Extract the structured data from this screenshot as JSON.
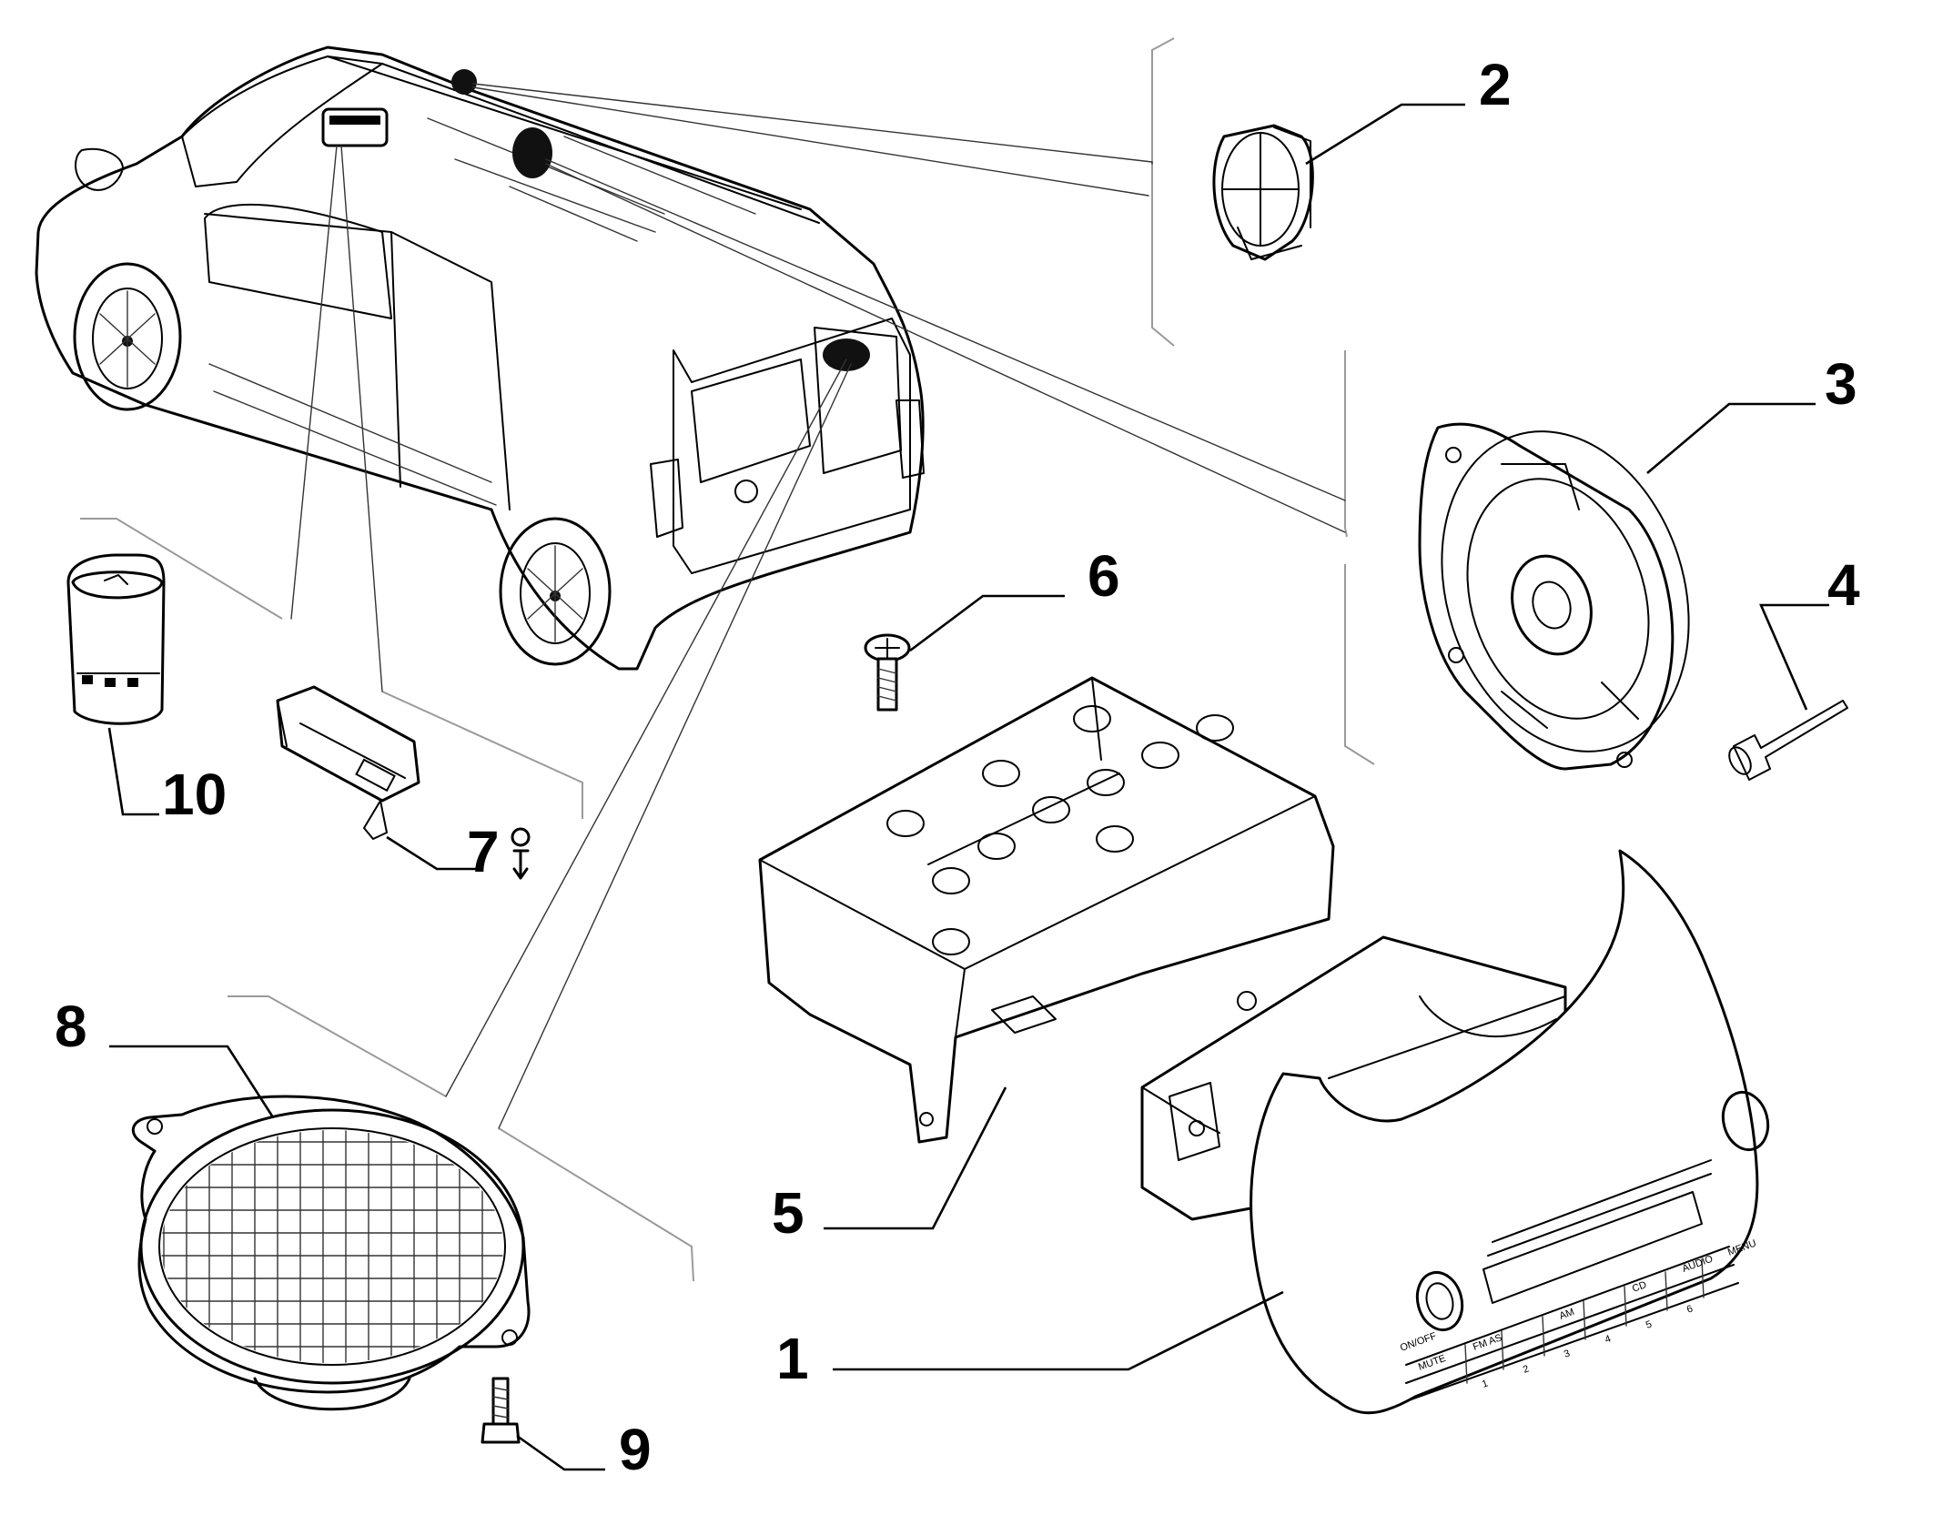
{
  "diagram": {
    "callouts": [
      {
        "id": "1",
        "label": "1"
      },
      {
        "id": "2",
        "label": "2"
      },
      {
        "id": "3",
        "label": "3"
      },
      {
        "id": "4",
        "label": "4"
      },
      {
        "id": "5",
        "label": "5"
      },
      {
        "id": "6",
        "label": "6"
      },
      {
        "id": "7",
        "label": "7"
      },
      {
        "id": "8",
        "label": "8"
      },
      {
        "id": "9",
        "label": "9"
      },
      {
        "id": "10",
        "label": "10"
      }
    ],
    "radio_buttons": {
      "onoff": "ON/OFF",
      "mute": "MUTE",
      "fm": "FM AS",
      "am": "AM",
      "cd": "CD",
      "audio": "AUDIO",
      "menu": "MENU",
      "p1": "1",
      "p2": "2",
      "p3": "3",
      "p4": "4",
      "p5": "5",
      "p6": "6"
    },
    "icons": [
      "van-icon",
      "tweeter-icon",
      "speaker-icon",
      "rivet-icon",
      "bracket-icon",
      "screw-icon",
      "connector-icon",
      "speaker-grille-icon",
      "bolt-icon",
      "socket-icon",
      "radio-icon",
      "variant-symbol-icon"
    ]
  }
}
